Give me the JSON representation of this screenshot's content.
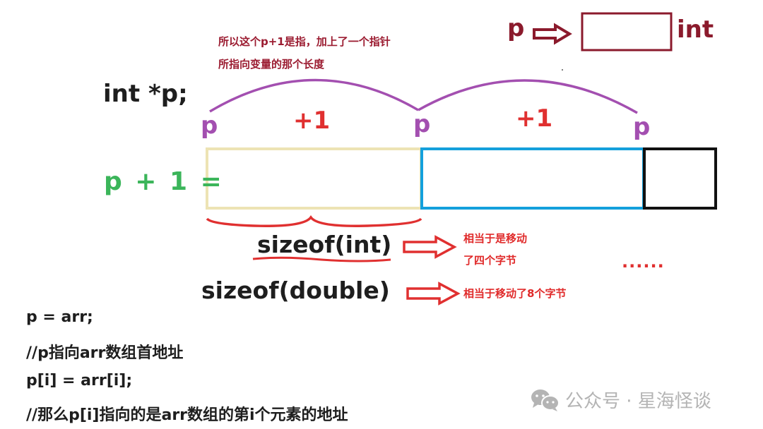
{
  "colors": {
    "maroon": "#8b1a2c",
    "purple": "#a34fb0",
    "red": "#e03030",
    "green": "#3bb55a",
    "cream": "#ede3b4",
    "blue": "#14a0dc",
    "black": "#111111",
    "watermark": "#b4b4b4"
  },
  "top_note": {
    "line1": "所以这个p+1是指，加上了一个指针",
    "line2": "所指向变量的那个长度"
  },
  "legend": {
    "pointer_label": "p",
    "type_label": "int"
  },
  "declaration": "int *p;",
  "pointer_marks": [
    "p",
    "p",
    "p"
  ],
  "increments": [
    "+1",
    "+1"
  ],
  "expression": "p + 1 =",
  "sizes": [
    {
      "label": "sizeof(int)",
      "note_line1": "相当于是移动",
      "note_line2": "了四个字节"
    },
    {
      "label": "sizeof(double)",
      "note_line1": "相当于移动了8个字节"
    }
  ],
  "ellipsis": "......",
  "code_lines": [
    "p = arr;",
    "//p指向arr数组首地址",
    "p[i] = arr[i];",
    "//那么p[i]指向的是arr数组的第i个元素的地址"
  ],
  "watermark": {
    "icon": "wechat-icon",
    "text": "公众号 · 星海怪谈"
  }
}
